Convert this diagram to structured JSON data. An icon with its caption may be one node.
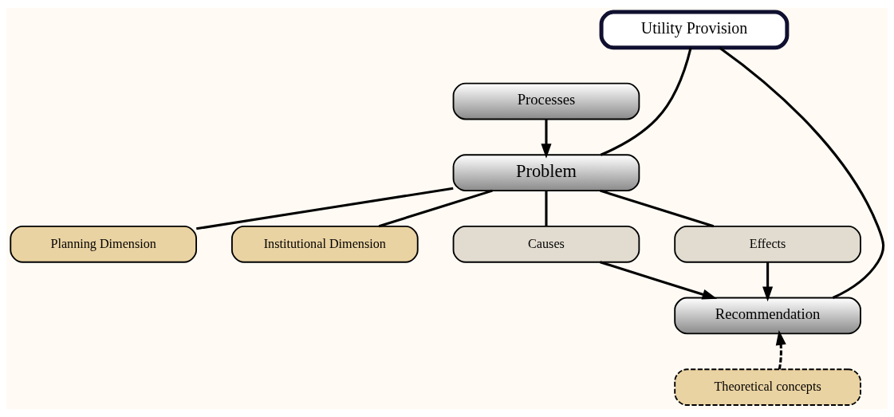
{
  "diagram": {
    "nodes": [
      {
        "text": [
          "Utility Provision"
        ]
      },
      {
        "text": [
          "Processes"
        ]
      },
      {
        "text": [
          "Problem"
        ]
      },
      {
        "text": [
          "Planning Dimension"
        ]
      },
      {
        "text": [
          "Institutional Dimension"
        ]
      },
      {
        "text": [
          "Causes"
        ]
      },
      {
        "text": [
          "Effects"
        ]
      },
      {
        "text": [
          "Recommendation"
        ]
      },
      {
        "text": [
          "Theoretical concepts"
        ]
      }
    ],
    "edges": [
      {
        "from": 1,
        "to": 2,
        "arrow": "to"
      },
      {
        "from": 0,
        "to": 2,
        "arrow": "none"
      },
      {
        "from": 2,
        "to": 3,
        "arrow": "none"
      },
      {
        "from": 2,
        "to": 4,
        "arrow": "none"
      },
      {
        "from": 2,
        "to": 5,
        "arrow": "none"
      },
      {
        "from": 2,
        "to": 6,
        "arrow": "none"
      },
      {
        "from": 5,
        "to": 7,
        "arrow": "to"
      },
      {
        "from": 6,
        "to": 7,
        "arrow": "to"
      },
      {
        "from": 0,
        "to": 7,
        "arrow": "none"
      },
      {
        "from": 8,
        "to": 7,
        "arrow": "to",
        "style": "dashed"
      }
    ]
  }
}
